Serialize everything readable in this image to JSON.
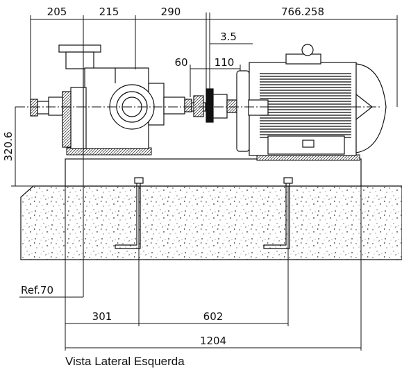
{
  "dimensions": {
    "top_1": "205",
    "top_2": "215",
    "top_3": "290",
    "top_4": "766.258",
    "gap": "3.5",
    "coupling_1": "60",
    "coupling_2": "110",
    "height": "320.6",
    "ref": "Ref.70",
    "bolt_1": "301",
    "bolt_2": "602",
    "base_length": "1204"
  },
  "caption": "Vista Lateral Esquerda"
}
